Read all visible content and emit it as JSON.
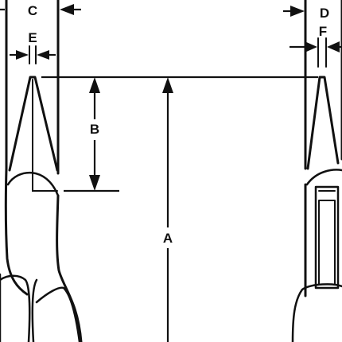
{
  "labels": {
    "A": "A",
    "B": "B",
    "C": "C",
    "D": "D",
    "E": "E",
    "F": "F"
  },
  "colors": {
    "line": "#111111",
    "background": "#ffffff"
  }
}
